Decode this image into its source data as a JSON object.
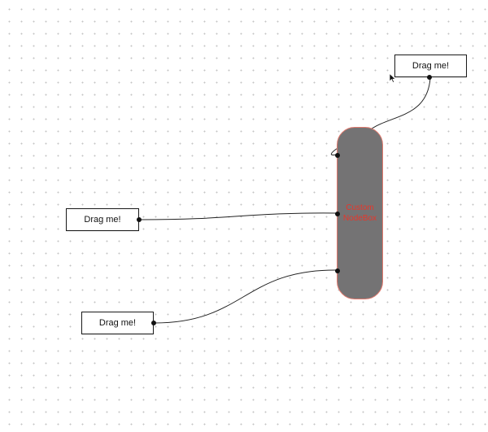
{
  "nodes": {
    "top": {
      "label": "Drag me!"
    },
    "middle": {
      "label": "Drag me!"
    },
    "bottom": {
      "label": "Drag me!"
    }
  },
  "custom_node": {
    "label": "Custom\nNodeBox",
    "fill_color": "#747374",
    "border_color": "#e27a6e",
    "text_color": "#e8352a"
  },
  "colors": {
    "canvas_background": "#ffffff",
    "grid_dot": "#c4c4c4",
    "edge": "#222222"
  },
  "icons": {
    "cursor": "mouse-pointer-icon"
  }
}
